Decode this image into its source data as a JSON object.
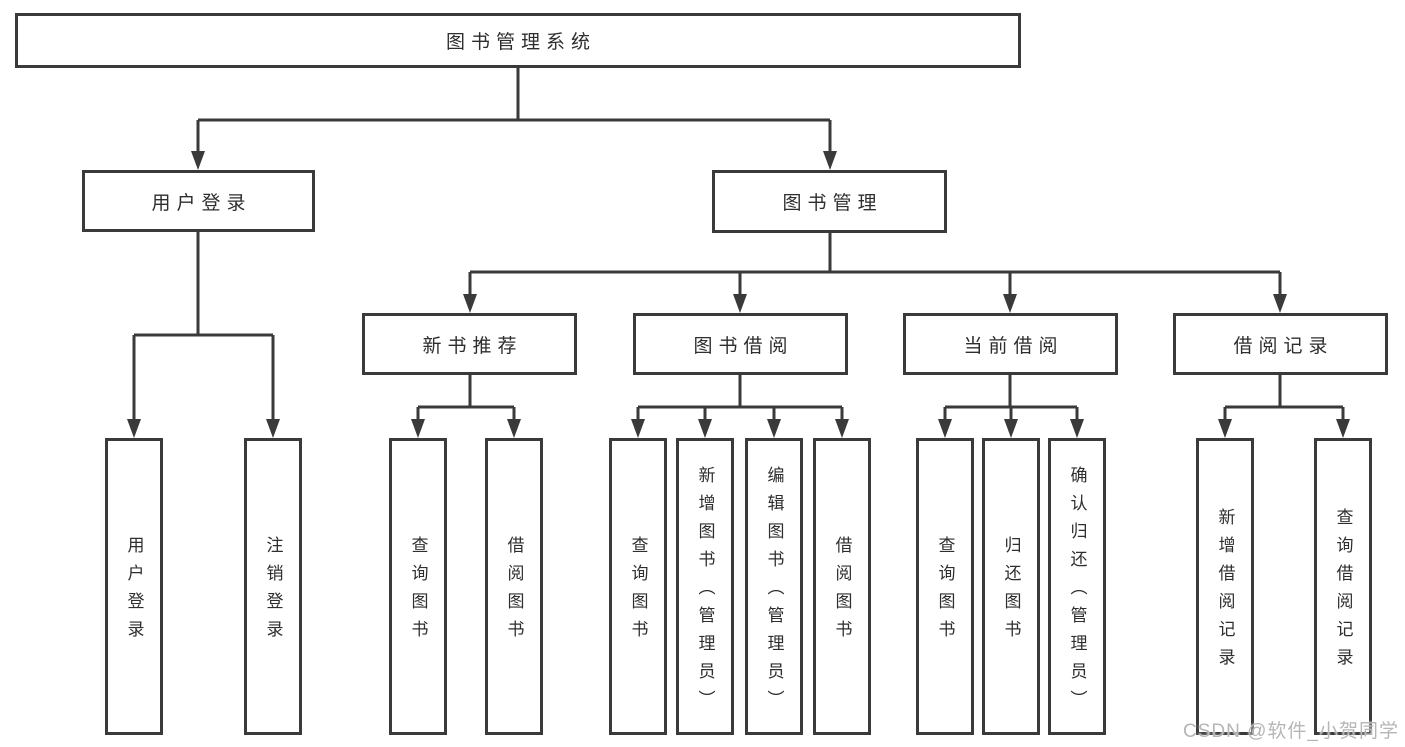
{
  "diagram": {
    "type": "hierarchy-tree",
    "root": "图书管理系统",
    "user_branch": {
      "label": "用户登录",
      "children": [
        "用户登录",
        "注销登录"
      ]
    },
    "book_branch": {
      "label": "图书管理",
      "groups": [
        {
          "label": "新书推荐",
          "children": [
            "查询图书",
            "借阅图书"
          ]
        },
        {
          "label": "图书借阅",
          "children": [
            "查询图书",
            "新增图书（管理员）",
            "编辑图书（管理员）",
            "借阅图书"
          ]
        },
        {
          "label": "当前借阅",
          "children": [
            "查询图书",
            "归还图书",
            "确认归还（管理员）"
          ]
        },
        {
          "label": "借阅记录",
          "children": [
            "新增借阅记录",
            "查询借阅记录"
          ]
        }
      ]
    }
  },
  "watermark": "CSDN @软件_小贺同学",
  "colors": {
    "line": "#3a3a3a",
    "box_border": "#3a3a3a",
    "text": "#2e2e2e",
    "watermark": "#b6b6b6",
    "background": "#ffffff"
  }
}
